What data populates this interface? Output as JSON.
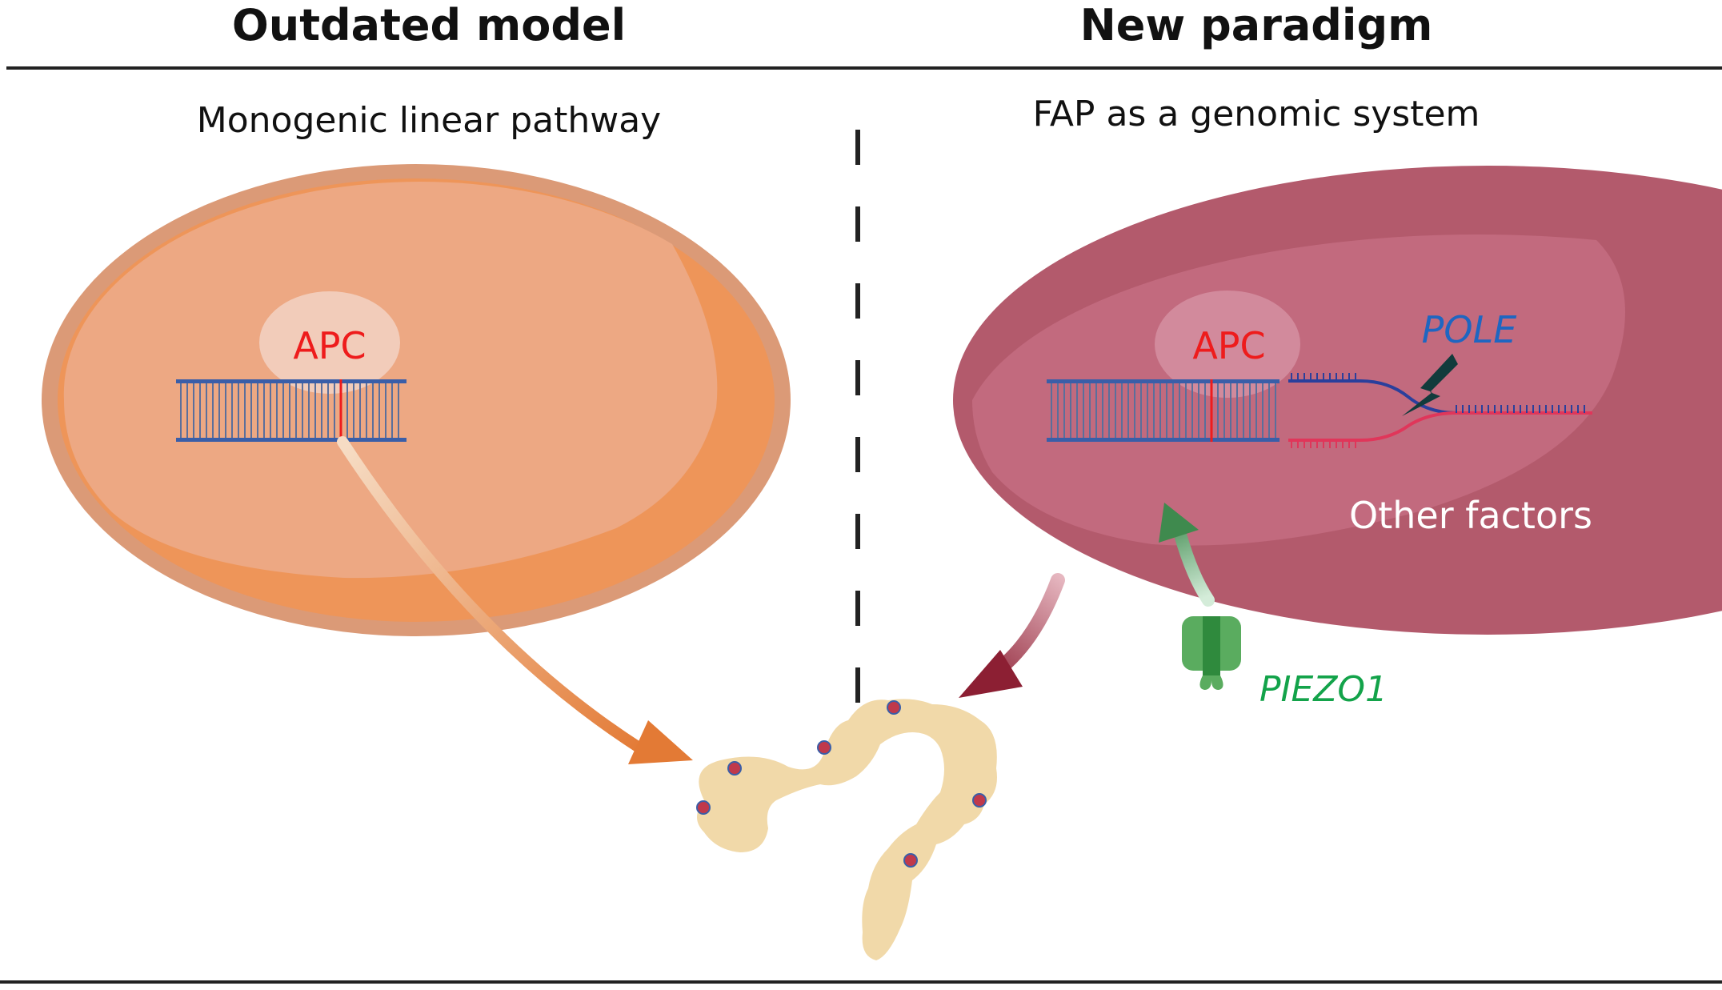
{
  "headers": {
    "left_title": "Outdated model",
    "right_title": "New paradigm"
  },
  "left_panel": {
    "subtitle": "Monogenic linear pathway",
    "gene_label": "APC"
  },
  "right_panel": {
    "subtitle": "FAP as a genomic system",
    "gene_label": "APC",
    "pole_label": "POLE",
    "other_factors_label": "Other factors",
    "piezo_label": "PIEZO1"
  },
  "colors": {
    "left_cell": "#eda883",
    "left_cell_rim": "#db9a77",
    "left_cell_shade": "#ee9559",
    "right_cell": "#c26a7e",
    "right_cell_rim": "#b35a6c",
    "apc_red": "#ee1c1c",
    "dna_blue": "#3a5ea8",
    "pole_blue": "#1f66c1",
    "piezo_green": "#13a34a",
    "other_factors_white": "#ffffff",
    "colon": "#f1d9a9",
    "polyp": "#c0394b",
    "orange_arrow": "#e37a35",
    "maroon_arrow": "#8c1f33",
    "green_arrow": "#3f8a4e",
    "lightning": "#123b3c"
  },
  "icons": [
    "dna-double-helix-icon",
    "dna-strand-separation-icon",
    "lightning-bolt-icon",
    "ion-channel-icon",
    "colon-icon"
  ]
}
